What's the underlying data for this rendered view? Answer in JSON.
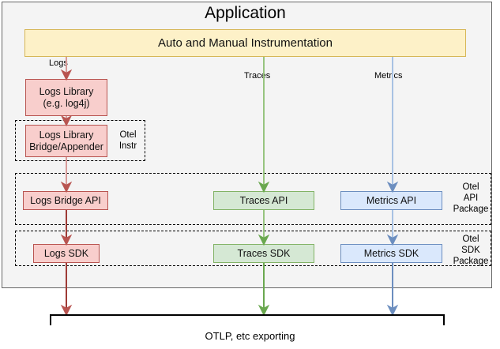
{
  "diagram": {
    "title": "Application",
    "instrumentation": {
      "label": "Auto and Manual Instrumentation"
    },
    "signals": {
      "logs_label": "Logs",
      "traces_label": "Traces",
      "metrics_label": "Metrics"
    },
    "nodes": {
      "logs_library": "Logs Library\n(e.g. log4j)",
      "logs_library_line1": "Logs Library",
      "logs_library_line2": "(e.g. log4j)",
      "logs_bridge_appender_line1": "Logs Library",
      "logs_bridge_appender_line2": "Bridge/Appender",
      "logs_bridge_api": "Logs Bridge API",
      "traces_api": "Traces API",
      "metrics_api": "Metrics API",
      "logs_sdk": "Logs SDK",
      "traces_sdk": "Traces SDK",
      "metrics_sdk": "Metrics SDK"
    },
    "groups": {
      "otel_instr": "Otel\nInstr",
      "otel_api_package": "Otel\nAPI\nPackage",
      "otel_sdk_package": "Otel\nSDK\nPackage"
    },
    "export": {
      "label": "OTLP, etc exporting"
    },
    "colors": {
      "logs_fill": "#f8cecc",
      "logs_stroke": "#b85450",
      "traces_fill": "#d5e8d4",
      "traces_stroke": "#82b366",
      "metrics_fill": "#dae8fc",
      "metrics_stroke": "#6c8ebf",
      "instrumentation_fill": "#fdf1c8",
      "instrumentation_stroke": "#d6b656",
      "app_background": "#f4f4f4",
      "app_border": "#666666"
    }
  }
}
